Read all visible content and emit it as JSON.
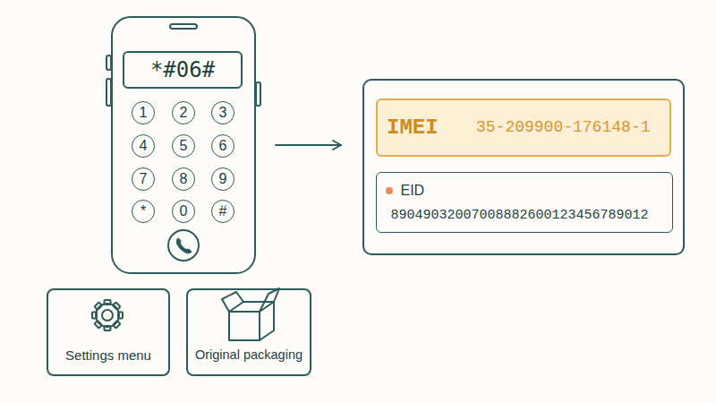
{
  "diagram": {
    "nodes": [
      {
        "text": []
      },
      {
        "text": [
          "*#06#"
        ],
        "in": 0
      },
      {
        "text": [
          "1"
        ],
        "in": 0
      },
      {
        "text": [
          "2"
        ],
        "in": 0
      },
      {
        "text": [
          "3"
        ],
        "in": 0
      },
      {
        "text": [
          "4"
        ],
        "in": 0
      },
      {
        "text": [
          "5"
        ],
        "in": 0
      },
      {
        "text": [
          "6"
        ],
        "in": 0
      },
      {
        "text": [
          "7"
        ],
        "in": 0
      },
      {
        "text": [
          "8"
        ],
        "in": 0
      },
      {
        "text": [
          "9"
        ],
        "in": 0
      },
      {
        "text": [
          "*"
        ],
        "in": 0
      },
      {
        "text": [
          "0"
        ],
        "in": 0
      },
      {
        "text": [
          "#"
        ],
        "in": 0
      },
      {
        "text": []
      },
      {
        "text": [
          "IMEI",
          "35-209900-176148-1"
        ],
        "in": 14
      },
      {
        "text": [
          "EID",
          "89049032007008882600123456789012"
        ],
        "in": 14
      },
      {
        "text": [
          "Settings menu"
        ]
      },
      {
        "text": [
          "Original packaging"
        ]
      }
    ],
    "edges": [
      {
        "from": 0,
        "to": 14,
        "arrow": "to"
      }
    ]
  }
}
